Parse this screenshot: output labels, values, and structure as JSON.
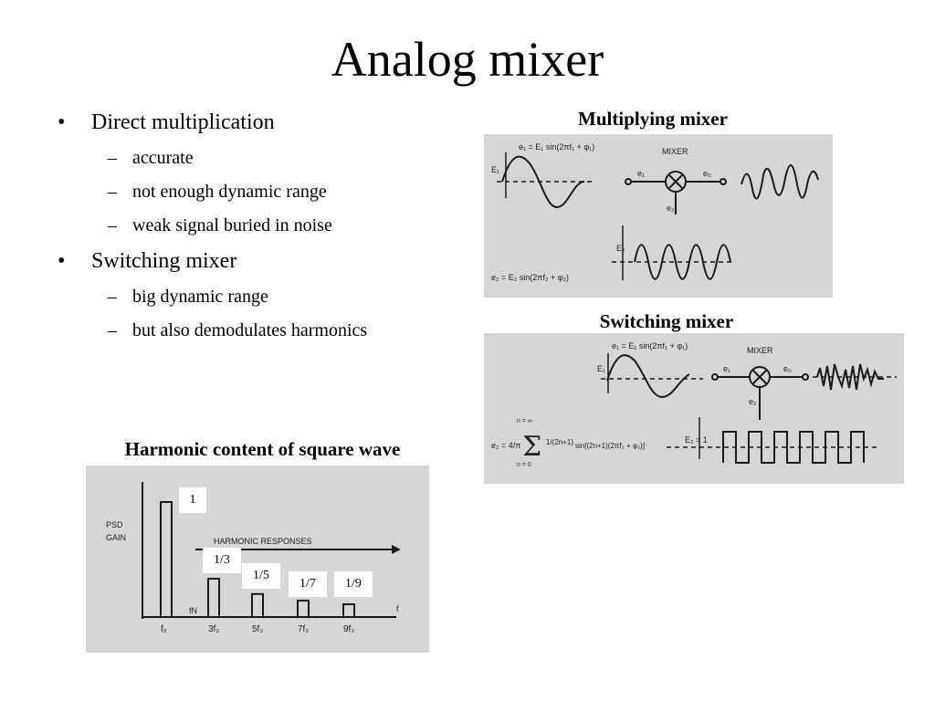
{
  "slide": {
    "title": "Analog mixer",
    "bullets": [
      {
        "marker": "•",
        "text": "Direct multiplication",
        "subs": [
          "accurate",
          "not enough dynamic range",
          "weak signal buried in noise"
        ]
      },
      {
        "marker": "•",
        "text": "Switching mixer",
        "subs": [
          "big dynamic range",
          "but also demodulates harmonics"
        ]
      }
    ],
    "sub_marker": "–"
  },
  "figures": {
    "multiplying": {
      "caption": "Multiplying mixer",
      "eq_top": "e₁ = E₁ sin(2πf₁ + φ₁)",
      "eq_bottom": "e₂ = E₂ sin(2πf₂ + φ₂)",
      "mixer_label": "MIXER",
      "in_label": "e₁",
      "out_label": "e₀",
      "lo_label": "e₂",
      "amp1": "E₁",
      "amp2": "E₂"
    },
    "switching": {
      "caption": "Switching mixer",
      "eq_top": "e₁ = E₁ sin(2πf₁ + φ₁)",
      "mixer_label": "MIXER",
      "in_label": "e₁",
      "out_label": "e₀",
      "lo_label": "e₂",
      "amp1": "E₁",
      "amp2": "E₂ = 1",
      "series_prefix": "e₂ = 4/π",
      "series_sym": "Σ",
      "series_upper": "n = ∞",
      "series_lower": "n = 0",
      "series_frac": "1/(2n+1)",
      "series_term": "sin[(2n+1)(2πf₂ + φ₂)]"
    },
    "harmonic": {
      "caption": "Harmonic content of square wave",
      "y_label_1": "PSD",
      "y_label_2": "GAIN",
      "arrow_label": "HARMONIC RESPONSES",
      "axis_f": "f",
      "fn_label": "fN",
      "labels": [
        "1",
        "1/3",
        "1/5",
        "1/7",
        "1/9"
      ],
      "ticks": [
        "f₂",
        "3f₂",
        "5f₂",
        "7f₂",
        "9f₂"
      ],
      "bar_values": [
        1,
        0.333,
        0.2,
        0.143,
        0.111
      ]
    }
  }
}
